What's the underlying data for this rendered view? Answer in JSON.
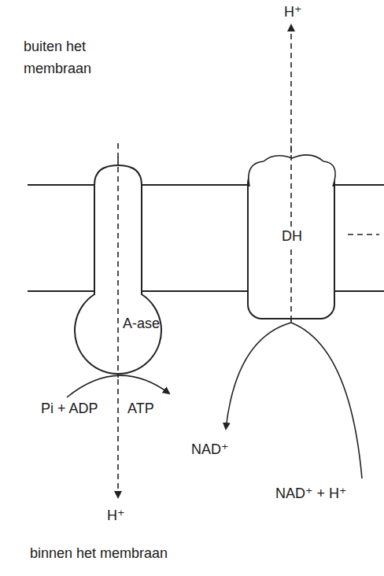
{
  "diagram": {
    "nodes": [
      {
        "text": [
          "A-ase"
        ]
      },
      {
        "text": [
          "DH"
        ]
      }
    ],
    "labels": [
      "buiten het membraan",
      "H⁺",
      "Pi + ADP",
      "ATP",
      "NAD⁺",
      "NAD⁺ + H⁺",
      "H⁺",
      "binnen het membraan"
    ]
  }
}
